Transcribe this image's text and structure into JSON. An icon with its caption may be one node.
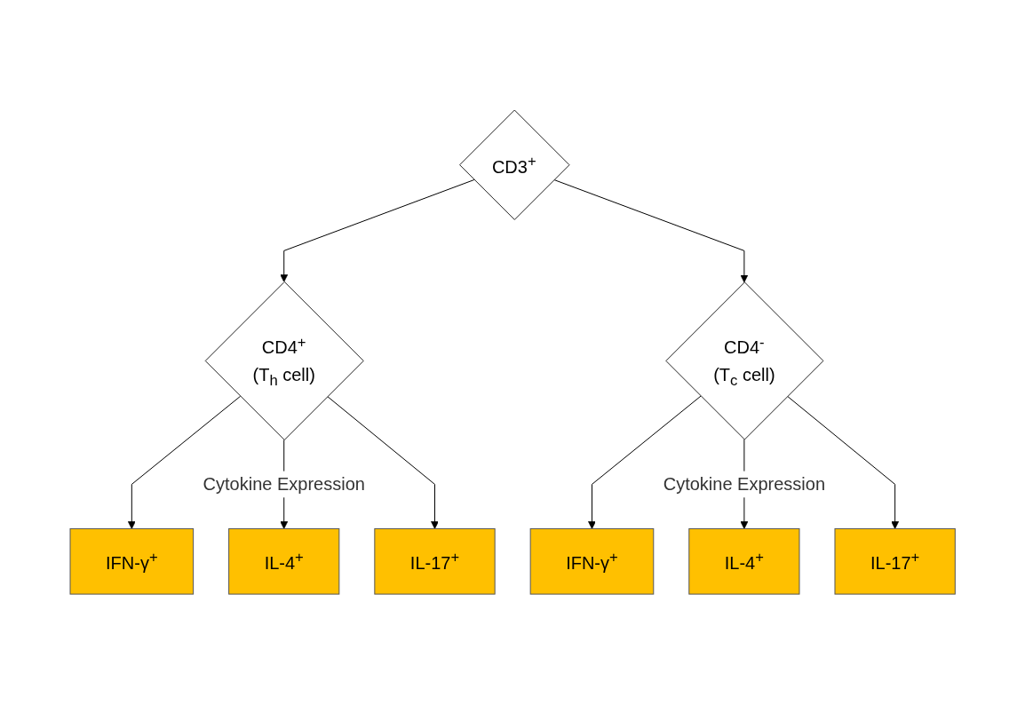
{
  "diagram": {
    "nodes": [
      {
        "text": [
          "CD3$^{+}$"
        ]
      },
      {
        "text": [
          "CD4$^{+}$",
          "(T$_{h}$ cell)"
        ]
      },
      {
        "text": [
          "CD4$^{-}$",
          "(T$_{c}$ cell)"
        ]
      },
      {
        "text": [
          "IFN-γ$^{+}$"
        ]
      },
      {
        "text": [
          "IL-4$^{+}$"
        ]
      },
      {
        "text": [
          "IL-17$^{+}$"
        ]
      },
      {
        "text": [
          "IFN-γ$^{+}$"
        ]
      },
      {
        "text": [
          "IL-4$^{+}$"
        ]
      },
      {
        "text": [
          "IL-17$^{+}$"
        ]
      }
    ],
    "edges": [
      {
        "from": 0,
        "to": 1,
        "arrow": "to"
      },
      {
        "from": 0,
        "to": 2,
        "arrow": "to"
      },
      {
        "from": 1,
        "to": 3,
        "arrow": "to"
      },
      {
        "from": 1,
        "to": 4,
        "arrow": "to",
        "label": "Cytokine  Expression"
      },
      {
        "from": 1,
        "to": 5,
        "arrow": "to"
      },
      {
        "from": 2,
        "to": 6,
        "arrow": "to"
      },
      {
        "from": 2,
        "to": 7,
        "arrow": "to",
        "label": "Cytokine  Expression"
      },
      {
        "from": 2,
        "to": 8,
        "arrow": "to"
      }
    ]
  }
}
